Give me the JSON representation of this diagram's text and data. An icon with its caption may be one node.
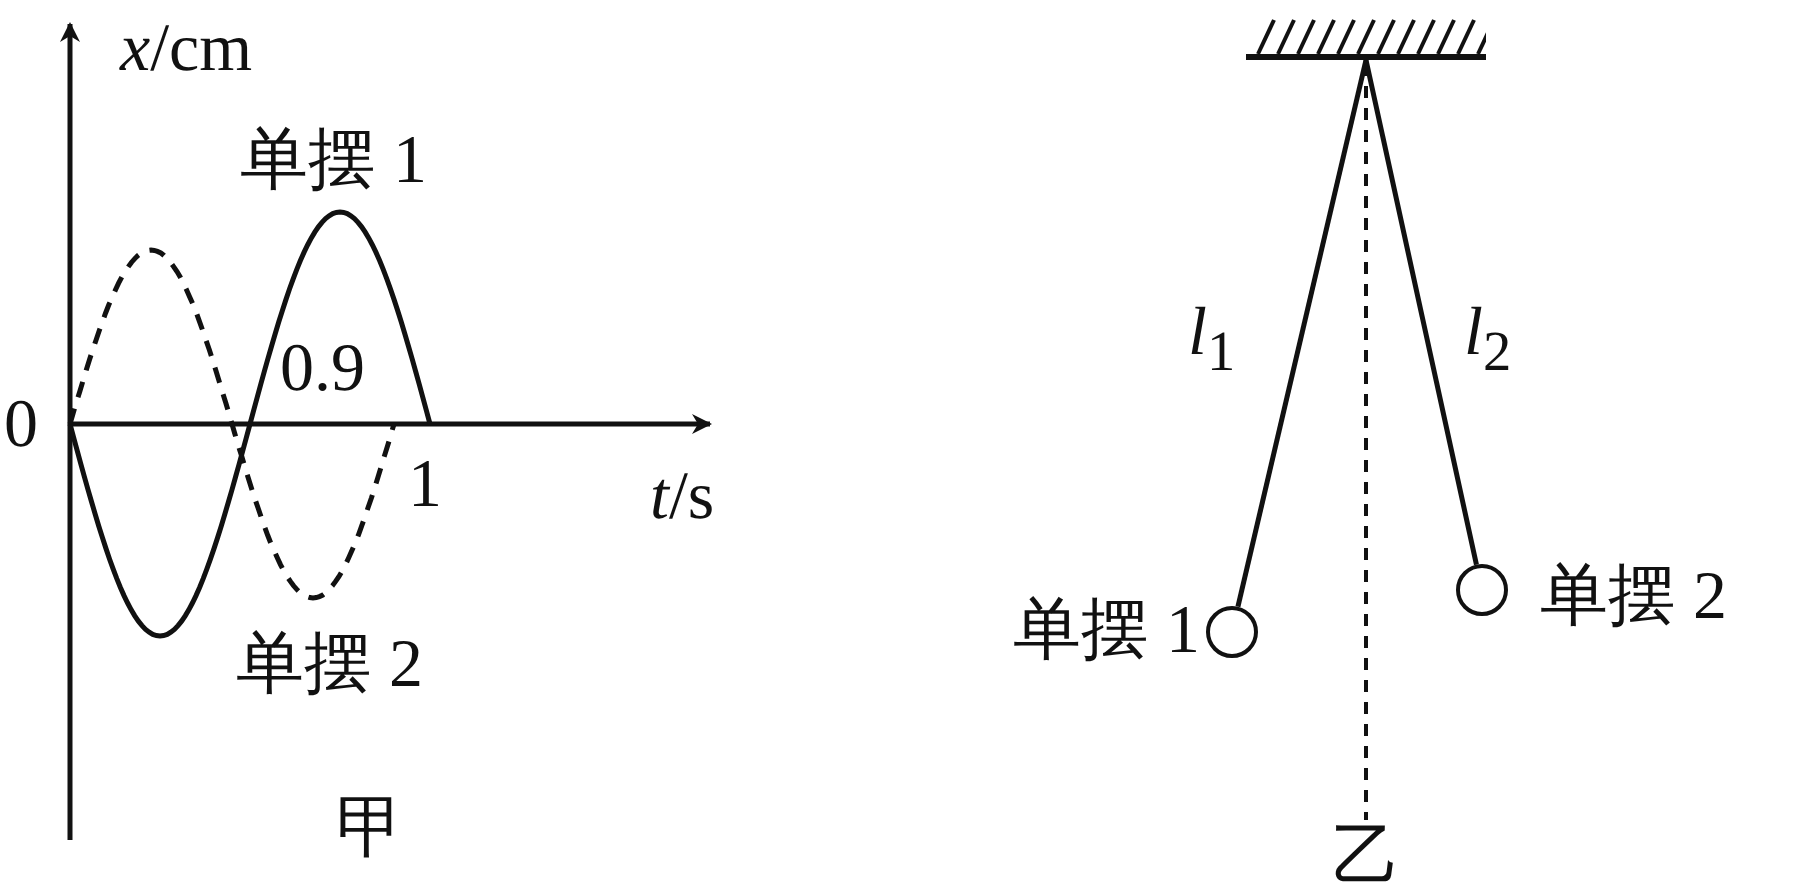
{
  "diagram": {
    "nodes": [
      {
        "text": [],
        "shape": "box"
      },
      {
        "text": [],
        "shape": "circle",
        "beside": [
          "单摆 1"
        ]
      },
      {
        "text": [],
        "shape": "circle",
        "beside": [
          "单摆 2"
        ]
      }
    ],
    "edges": [
      {
        "from": 0,
        "to": 1,
        "arrow": "none",
        "label": "*l*$_{1}$"
      },
      {
        "from": 0,
        "to": 2,
        "arrow": "none",
        "label": "*l*$_{2}$"
      }
    ],
    "labels": [
      "*x*/cm",
      "单摆 1",
      "0.9",
      "0",
      "1",
      "*t*/s",
      "单摆 2",
      "甲",
      "乙"
    ]
  }
}
